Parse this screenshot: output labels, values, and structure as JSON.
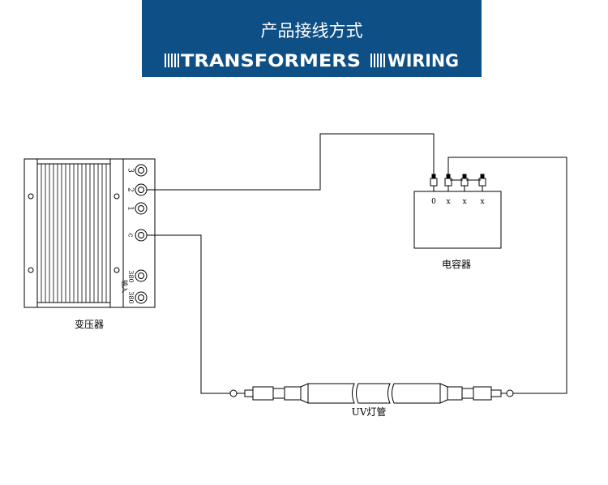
{
  "header": {
    "title_cn": "产品接线方式",
    "title_en_1": "TRANSFORMERS",
    "title_en_2": "WIRING"
  },
  "transformer": {
    "label": "变压器",
    "terminals": [
      "3",
      "2",
      "1",
      "c",
      "380",
      "380"
    ],
    "input_label": "输入"
  },
  "capacitor": {
    "label": "电容器",
    "terminals": [
      "0",
      "x",
      "x",
      "x"
    ]
  },
  "lamp": {
    "label": "UV灯管"
  },
  "colors": {
    "header_bg": "#0e4f86",
    "line": "#000000"
  }
}
